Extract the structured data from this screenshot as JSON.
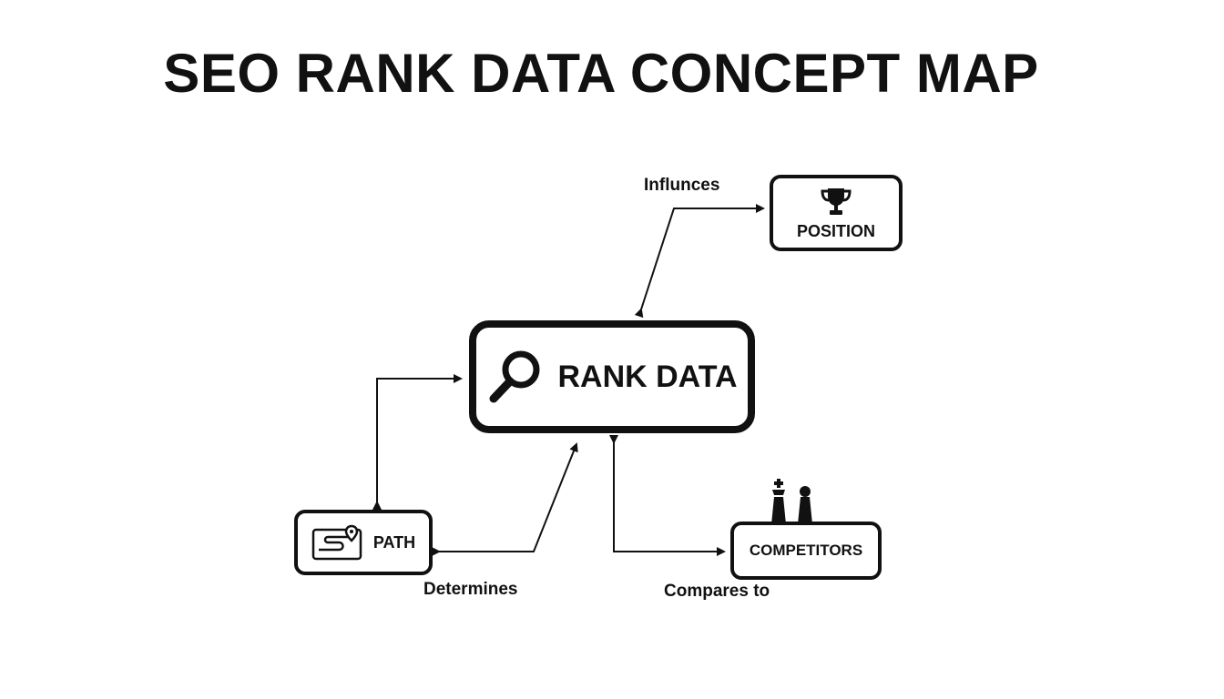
{
  "title": "SEO RANK DATA CONCEPT MAP",
  "nodes": {
    "center": {
      "label": "RANK DATA",
      "icon": "magnifier-icon"
    },
    "position": {
      "label": "POSITION",
      "icon": "trophy-icon"
    },
    "path": {
      "label": "PATH",
      "icon": "map-route-icon"
    },
    "competitors": {
      "label": "COMPETITORS",
      "icon": "chess-pieces-icon"
    }
  },
  "edges": {
    "influences": "Influnces",
    "determines": "Determines",
    "compares": "Compares to"
  },
  "colors": {
    "stroke": "#111111",
    "background": "#ffffff"
  }
}
